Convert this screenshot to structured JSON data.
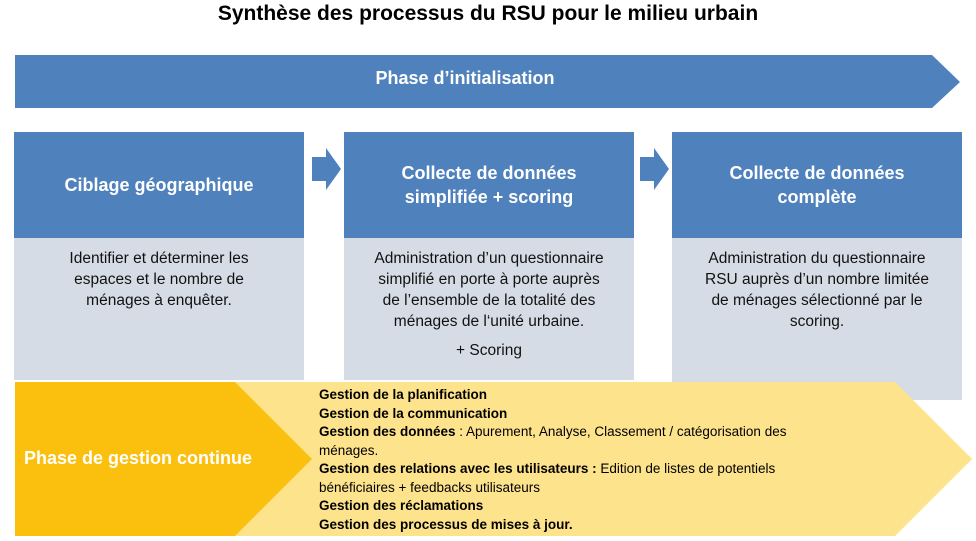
{
  "title": "Synthèse des processus du RSU pour le milieu urbain",
  "phase_init": "Phase d’initialisation",
  "boxes": [
    {
      "header": [
        "Ciblage géographique"
      ],
      "body": [
        "Identifier et déterminer les",
        "espaces et le nombre de",
        "ménages à enquêter."
      ]
    },
    {
      "header": [
        "Collecte de données",
        "simplifiée + scoring"
      ],
      "body": [
        "Administration d’un questionnaire",
        "simplifié en porte à porte auprès",
        "de l’ensemble de la totalité des",
        "ménages de l‘unité urbaine."
      ],
      "extra": "+ Scoring"
    },
    {
      "header": [
        "Collecte de données",
        "complète"
      ],
      "body": [
        "Administration du questionnaire",
        "RSU auprès d’un nombre limitée",
        "de ménages sélectionné par le",
        "scoring."
      ]
    }
  ],
  "phase_continue": "Phase de gestion continue",
  "management": [
    {
      "bold": "Gestion de la planification",
      "text": ""
    },
    {
      "bold": "Gestion de la communication",
      "text": ""
    },
    {
      "bold": "Gestion des données",
      "text": " : Apurement, Analyse, Classement / catégorisation des"
    },
    {
      "bold": "",
      "text": "ménages."
    },
    {
      "bold": "Gestion des relations avec les utilisateurs :",
      "text": " Edition de listes de potentiels"
    },
    {
      "bold": "",
      "text": "bénéficiaires + feedbacks utilisateurs"
    },
    {
      "bold": "Gestion des réclamations",
      "text": ""
    },
    {
      "bold": "Gestion des processus de mises à jour.",
      "text": ""
    }
  ],
  "colors": {
    "blue": "#4f81bd",
    "light_blue": "#d6dce5",
    "orange": "#fbbf0e",
    "light_yellow": "#fde38c"
  }
}
